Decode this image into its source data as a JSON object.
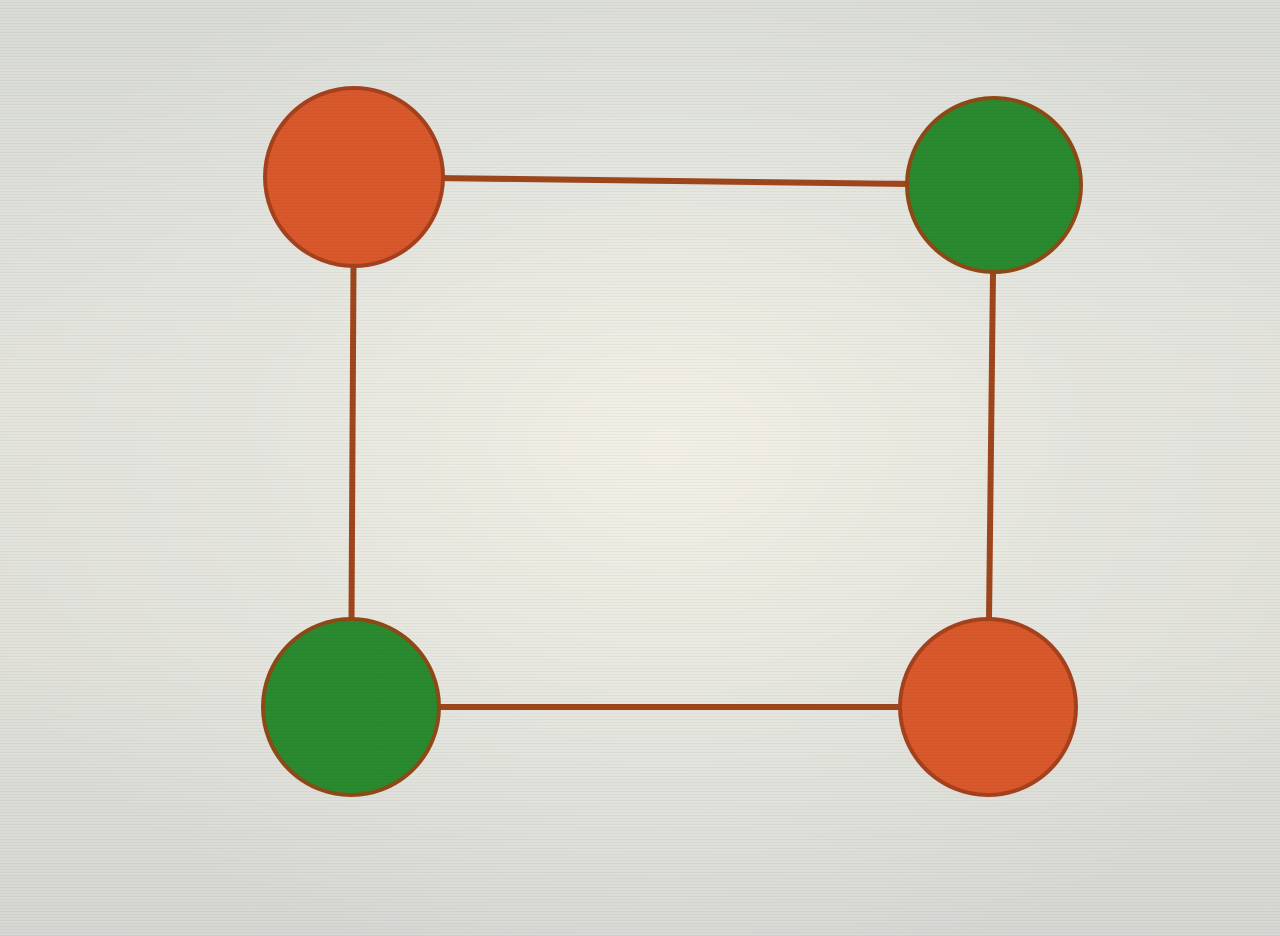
{
  "diagram": {
    "nodes": [
      {
        "id": "top-left",
        "color": "#d9582c",
        "ring": "#a5421d"
      },
      {
        "id": "top-right",
        "color": "#2a8a2f",
        "ring": "#8e4a16"
      },
      {
        "id": "bottom-left",
        "color": "#2a8a2f",
        "ring": "#8e4a16"
      },
      {
        "id": "bottom-right",
        "color": "#d9582c",
        "ring": "#a5421d"
      }
    ],
    "edges": [
      {
        "from": "top-left",
        "to": "top-right"
      },
      {
        "from": "top-right",
        "to": "bottom-right"
      },
      {
        "from": "bottom-right",
        "to": "bottom-left"
      },
      {
        "from": "bottom-left",
        "to": "top-left"
      }
    ],
    "edge_color": "#a0461c"
  }
}
